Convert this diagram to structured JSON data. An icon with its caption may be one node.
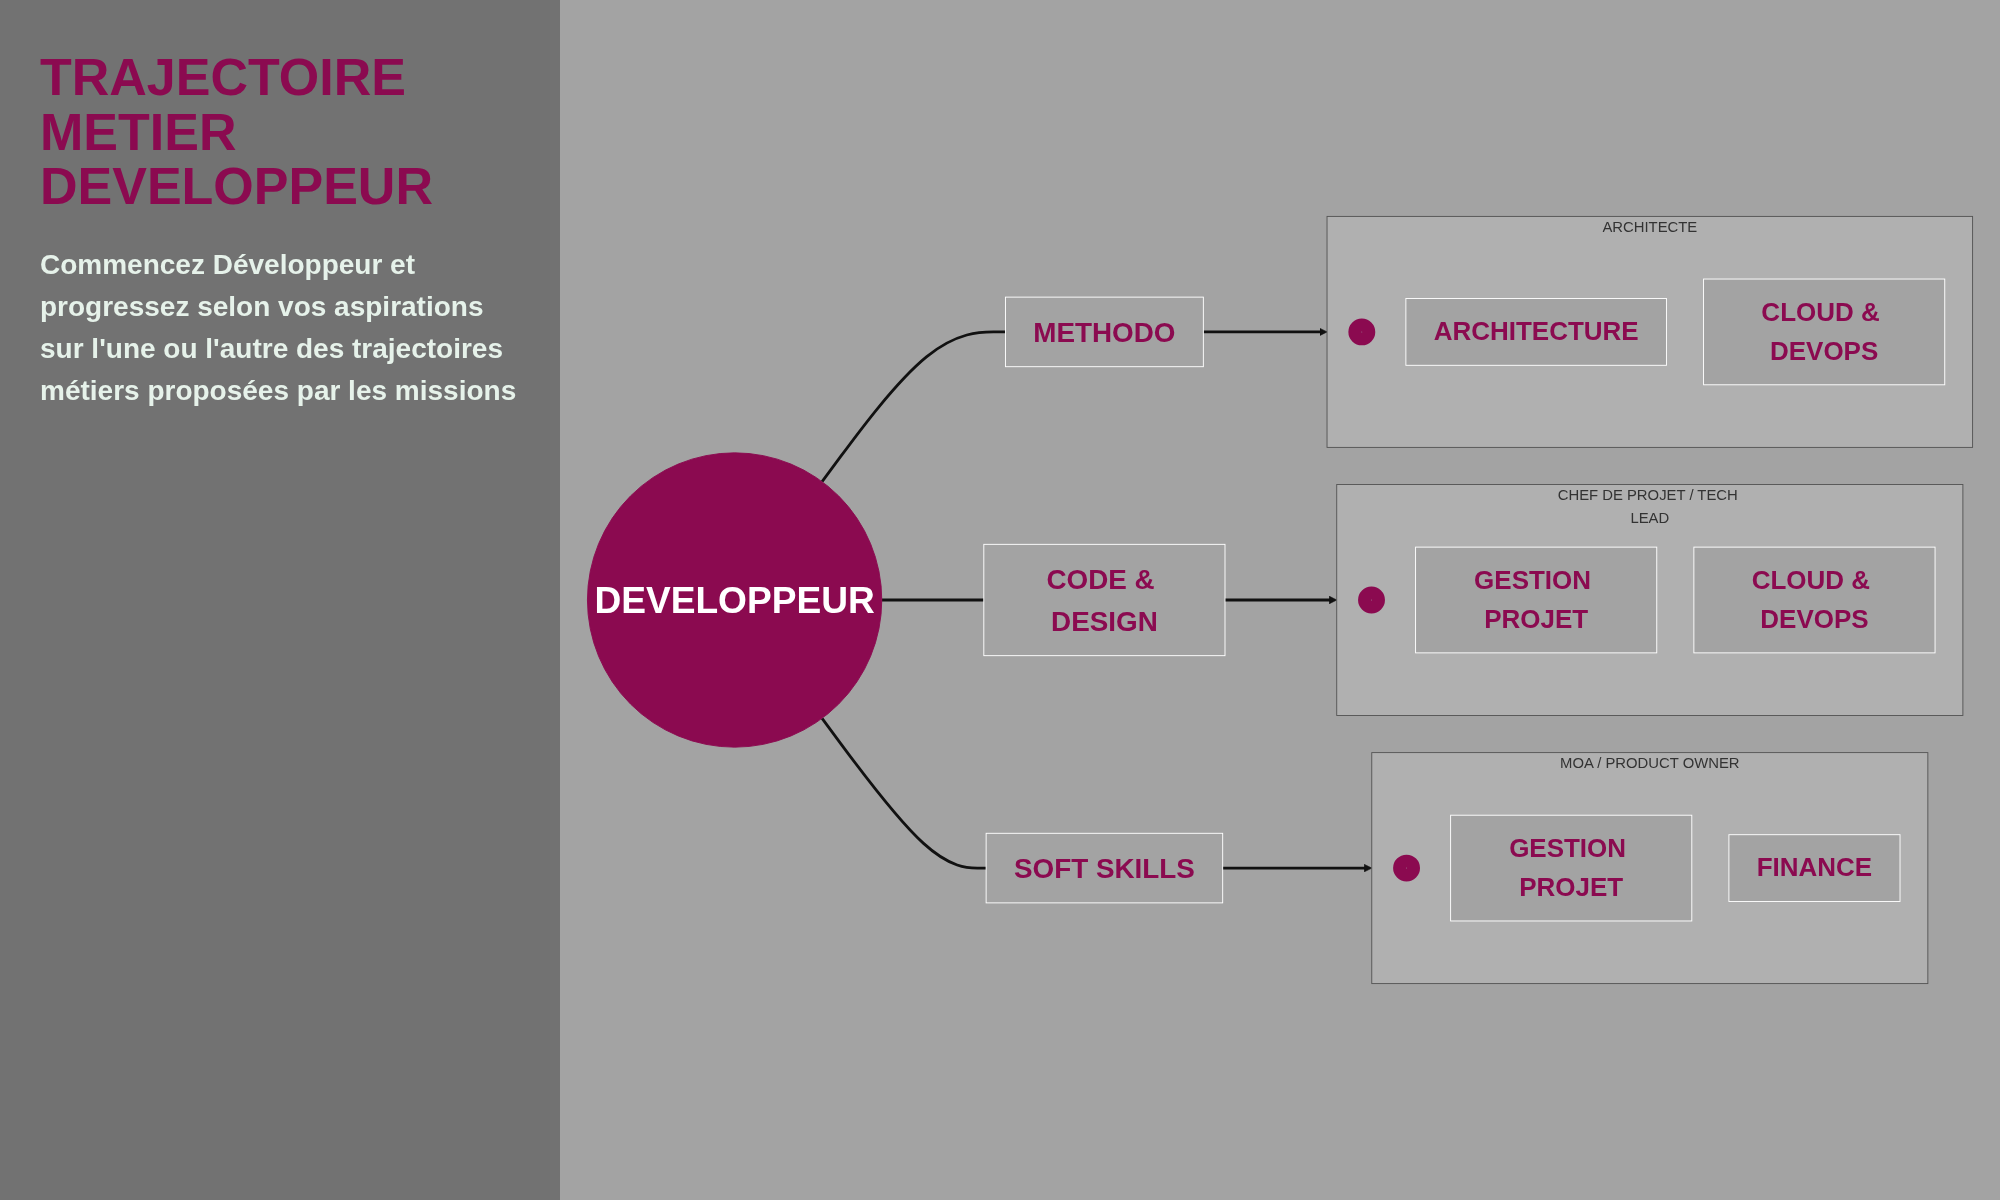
{
  "diagram": {
    "title": "TRAJECTOIRE METIER DEVELOPPEUR",
    "nodes": [
      {
        "text": [
          "DEVELOPPEUR"
        ]
      },
      {
        "text": [
          "METHODO"
        ]
      },
      {
        "text": [
          "CODE & DESIGN"
        ]
      },
      {
        "text": [
          "SOFT SKILLS"
        ]
      },
      {
        "text": [
          "ARCHITECTE"
        ]
      },
      {
        "text": [],
        "shape": "circle",
        "in": 4
      },
      {
        "text": [
          "ARCHITECTURE"
        ],
        "in": 4
      },
      {
        "text": [
          "CLOUD & DEVOPS"
        ],
        "in": 4
      },
      {
        "text": [
          "CHEF DE PROJET / TECH LEAD"
        ]
      },
      {
        "text": [],
        "shape": "circle",
        "in": 8
      },
      {
        "text": [
          "GESTION PROJET"
        ],
        "in": 8
      },
      {
        "text": [
          "CLOUD & DEVOPS"
        ],
        "in": 8
      },
      {
        "text": [
          "MOA / PRODUCT OWNER"
        ]
      },
      {
        "text": [],
        "shape": "circle",
        "in": 12
      },
      {
        "text": [
          "GESTION PROJET"
        ],
        "in": 12
      },
      {
        "text": [
          "FINANCE"
        ],
        "in": 12
      }
    ],
    "edges": [
      {
        "from": 0,
        "to": 1,
        "arrow": "none"
      },
      {
        "from": 0,
        "to": 2,
        "arrow": "none"
      },
      {
        "from": 0,
        "to": 3,
        "arrow": "none"
      },
      {
        "from": 1,
        "to": 4,
        "arrow": "to"
      },
      {
        "from": 2,
        "to": 8,
        "arrow": "to"
      },
      {
        "from": 3,
        "to": 12,
        "arrow": "to"
      }
    ],
    "labels": [
      "Commencez Développeur et progressez selon vos aspirations sur l'une ou l'autre des trajectoires métiers proposées par les missions"
    ]
  }
}
